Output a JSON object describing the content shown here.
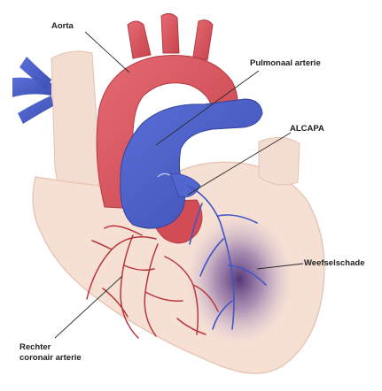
{
  "labels": {
    "aorta": "Aorta",
    "pulmonaal_arterie": "Pulmonaal arterie",
    "alcapa": "ALCAPA",
    "weefselschade": "Weefselschade",
    "rechter_coronair_line1": "Rechter",
    "rechter_coronair_line2": "coronair arterie"
  },
  "colors": {
    "aorta_red": "#d9545d",
    "pulmonary_blue": "#4a5fc7",
    "heart_skin": "#f6e0d4",
    "coronary_artery": "#b8353c",
    "damage_purple": "#6a4a8c",
    "leader_line": "#2b2b2b"
  }
}
